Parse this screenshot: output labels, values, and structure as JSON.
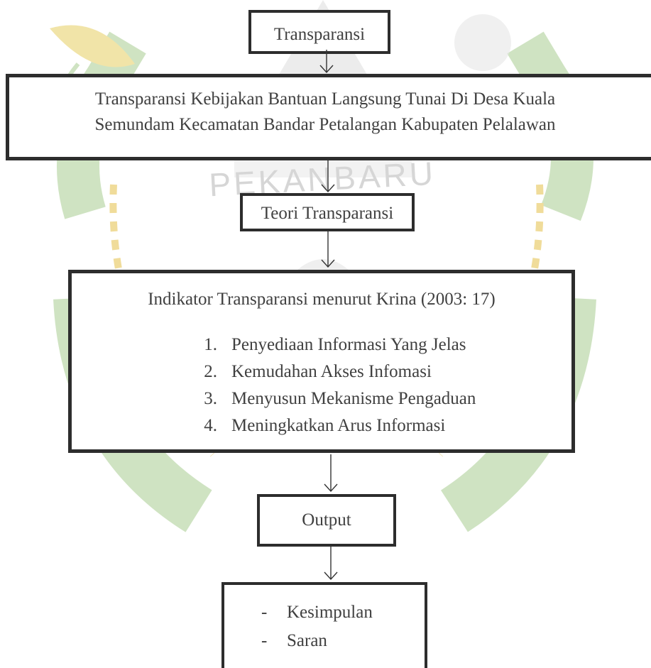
{
  "diagram": {
    "watermark_text": "PEKANBARU",
    "nodes": {
      "transparansi": {
        "label": "Transparansi"
      },
      "kebijakan": {
        "line1": "Transparansi Kebijakan Bantuan Langsung Tunai Di Desa Kuala",
        "line2": "Semundam Kecamatan Bandar Petalangan Kabupaten Pelalawan"
      },
      "teori": {
        "label": "Teori Transparansi"
      },
      "indikator": {
        "title": "Indikator Transparansi menurut Krina (2003: 17)",
        "items": [
          {
            "num": "1.",
            "text": "Penyediaan Informasi Yang Jelas"
          },
          {
            "num": "2.",
            "text": "Kemudahan Akses Infomasi"
          },
          {
            "num": "3.",
            "text": "Menyusun Mekanisme Pengaduan"
          },
          {
            "num": "4.",
            "text": "Meningkatkan Arus Informasi"
          }
        ]
      },
      "output": {
        "label": "Output"
      },
      "hasil": {
        "items": [
          {
            "bullet": "-",
            "text": "Kesimpulan"
          },
          {
            "bullet": "-",
            "text": "Saran"
          }
        ]
      }
    }
  }
}
